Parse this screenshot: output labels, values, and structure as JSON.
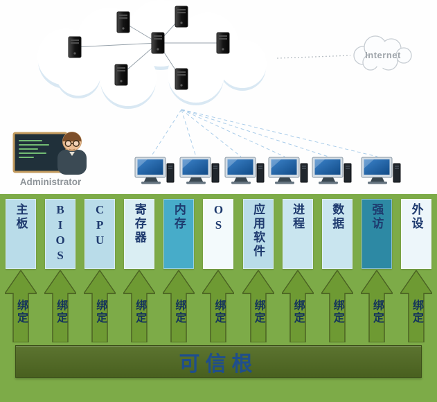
{
  "network": {
    "internet_label": "Internet",
    "admin_label": "Administrator"
  },
  "stack": {
    "root_label": "可信根",
    "columns": [
      {
        "label": "主板",
        "arrow_label": "绑定",
        "box_color": "#b9dce9"
      },
      {
        "label": "BIOS",
        "arrow_label": "绑定",
        "box_color": "#b9dce9"
      },
      {
        "label": "CPU",
        "arrow_label": "绑定",
        "box_color": "#b9dce9"
      },
      {
        "label": "寄存器",
        "arrow_label": "绑定",
        "box_color": "#daeef3"
      },
      {
        "label": "内存",
        "arrow_label": "绑定",
        "box_color": "#47acc9"
      },
      {
        "label": "OS",
        "arrow_label": "绑定",
        "box_color": "#f3fafc"
      },
      {
        "label": "应用软件",
        "arrow_label": "绑定",
        "box_color": "#b9dce9"
      },
      {
        "label": "进程",
        "arrow_label": "绑定",
        "box_color": "#c9e5ef"
      },
      {
        "label": "数据",
        "arrow_label": "绑定",
        "box_color": "#c9e5ef"
      },
      {
        "label": "强访",
        "arrow_label": "绑定",
        "box_color": "#2d89a4"
      },
      {
        "label": "外设",
        "arrow_label": "绑定",
        "box_color": "#edf6fa"
      }
    ],
    "colors": {
      "background": "#7dab48",
      "arrow": "#6e9a33",
      "arrow_border": "#4b6323",
      "root_bar": "#49601f",
      "root_text": "#1f4e8c",
      "box_text": "#1e3a6e",
      "bind_text": "#14335c"
    }
  }
}
